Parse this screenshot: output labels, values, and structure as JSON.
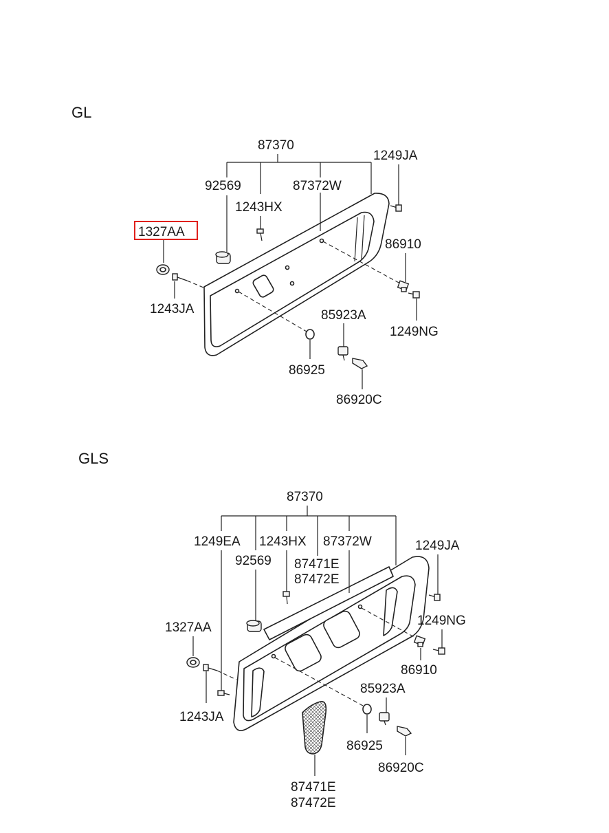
{
  "sections": [
    {
      "title": "GL",
      "labels": {
        "assembly": "87370",
        "garnish": "87372W",
        "lamp_bulb": "92569",
        "screw_top": "1243HX",
        "nut": "1327AA",
        "screw_left": "1243JA",
        "screw_right_top": "1249JA",
        "nut_right": "86910",
        "screw_right": "1249NG",
        "clip": "85923A",
        "cap": "86925",
        "grommet": "86920C"
      },
      "highlighted": "1327AA"
    },
    {
      "title": "GLS",
      "labels": {
        "assembly": "87370",
        "screw_left_top": "1249EA",
        "screw_top": "1243HX",
        "garnish": "87372W",
        "lamp_bulb": "92569",
        "emblem_1": "87471E",
        "emblem_2": "87472E",
        "screw_right_top": "1249JA",
        "screw_right": "1249NG",
        "nut": "1327AA",
        "nut_right": "86910",
        "screw_left": "1243JA",
        "clip": "85923A",
        "cap": "86925",
        "grommet": "86920C",
        "panel_1": "87471E",
        "panel_2": "87472E"
      }
    }
  ],
  "colors": {
    "highlight": "#e0201c",
    "line": "#222222"
  }
}
